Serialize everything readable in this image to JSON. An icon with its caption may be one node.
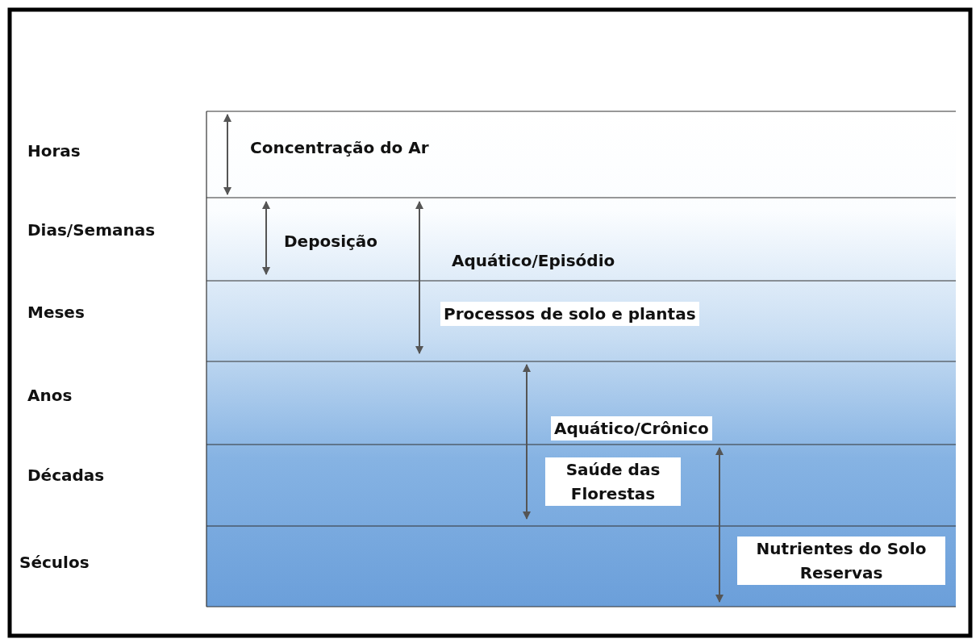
{
  "diagram": {
    "labels": [
      "Horas",
      "Concentração do Ar",
      "Dias/Semanas",
      "Deposição",
      "Aquático/Episódio",
      "Meses",
      "Processos de solo e plantas",
      "Anos",
      "Aquático/Crônico",
      "Décadas",
      "Saúde das Florestas",
      "Séculos",
      "Nutrientes do Solo Reservas"
    ]
  }
}
